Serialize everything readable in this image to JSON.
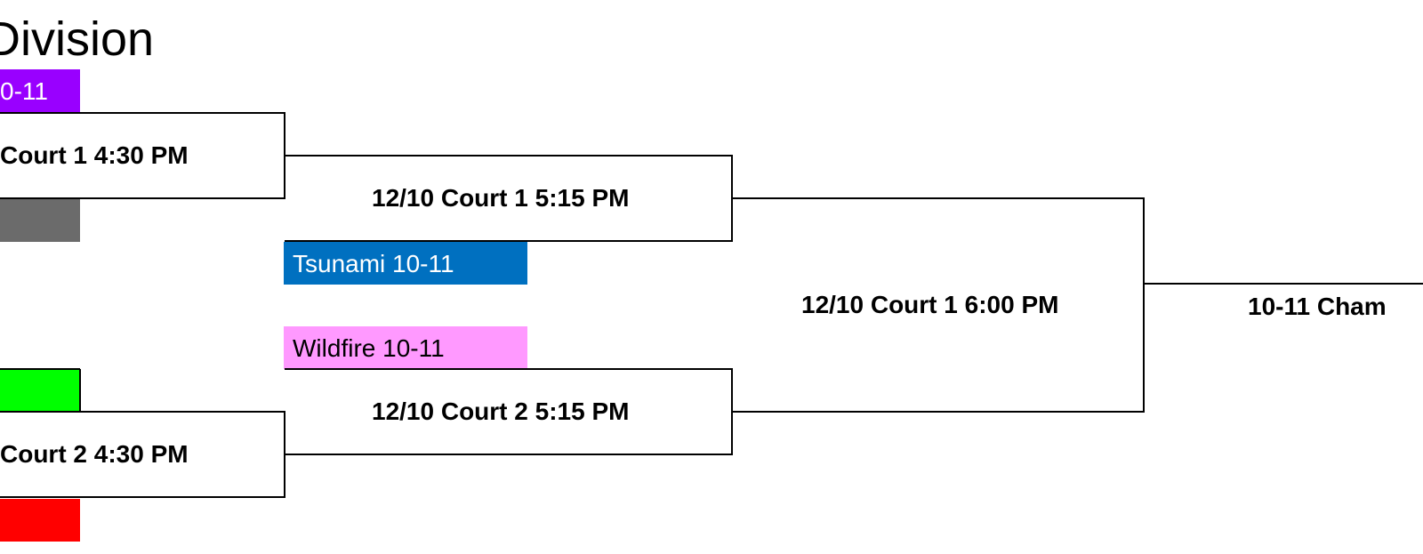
{
  "header": {
    "title": "Division"
  },
  "colors": {
    "team_top_left": "#9900FF",
    "team_gray": "#6B6B6B",
    "tsunami": "#0070C0",
    "wildfire": "#FF99FF",
    "team_green": "#00FF00",
    "team_red": "#FF0000"
  },
  "bracket": {
    "teams": {
      "top_left": "0-11",
      "tsunami": "Tsunami 10-11",
      "wildfire": "Wildfire 10-11"
    },
    "games": {
      "r1_top": "Court 1 4:30 PM",
      "r1_bottom": "Court 2 4:30 PM",
      "semi_top": "12/10 Court 1 5:15 PM",
      "semi_bottom": "12/10 Court 2 5:15 PM",
      "final": "12/10 Court 1 6:00 PM",
      "championship": "10-11 Cham"
    }
  }
}
